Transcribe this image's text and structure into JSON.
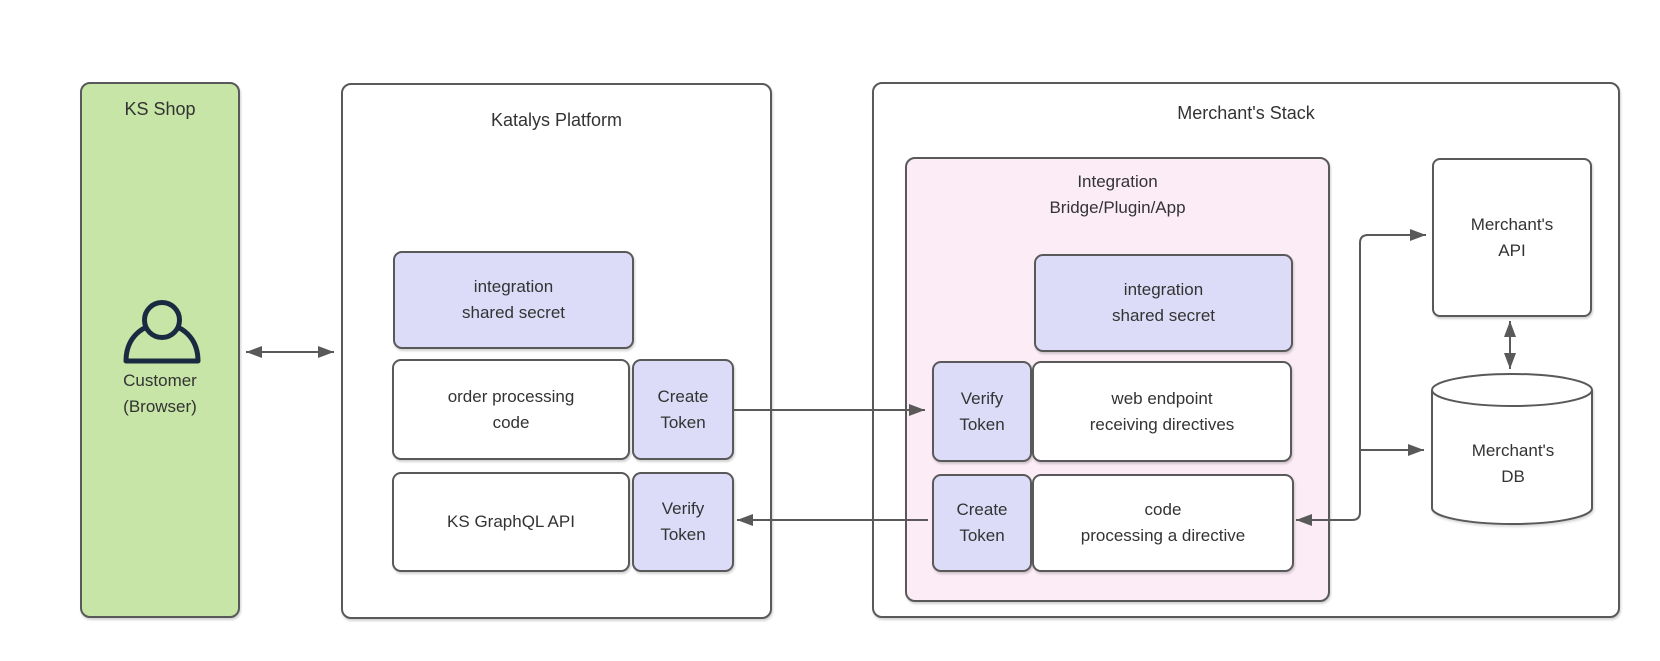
{
  "colors": {
    "canvas_bg": "#ffffff",
    "green_fill": "#c6e5a6",
    "lavender_fill": "#dcdcf8",
    "pink_fill": "#fcecf6",
    "white_fill": "#ffffff",
    "line": "#595959",
    "text": "#333333",
    "actor_icon": "#1b2a41"
  },
  "ks_shop": {
    "title": "KS Shop",
    "actor_icon": "person-icon",
    "actor_label": "Customer\n(Browser)"
  },
  "katalys": {
    "title": "Katalys Platform",
    "shared_secret": "integration\nshared secret",
    "order_processing": "order processing\ncode",
    "create_token": "Create\nToken",
    "graphql_api": "KS GraphQL API",
    "verify_token": "Verify\nToken"
  },
  "merchant": {
    "title": "Merchant's Stack",
    "bridge_title": "Integration\nBridge/Plugin/App",
    "shared_secret": "integration\nshared secret",
    "verify_token": "Verify\nToken",
    "web_endpoint": "web endpoint\nreceiving directives",
    "create_token": "Create\nToken",
    "code_processing": "code\nprocessing a directive",
    "api_label": "Merchant's\nAPI",
    "db_label": "Merchant's\nDB"
  }
}
